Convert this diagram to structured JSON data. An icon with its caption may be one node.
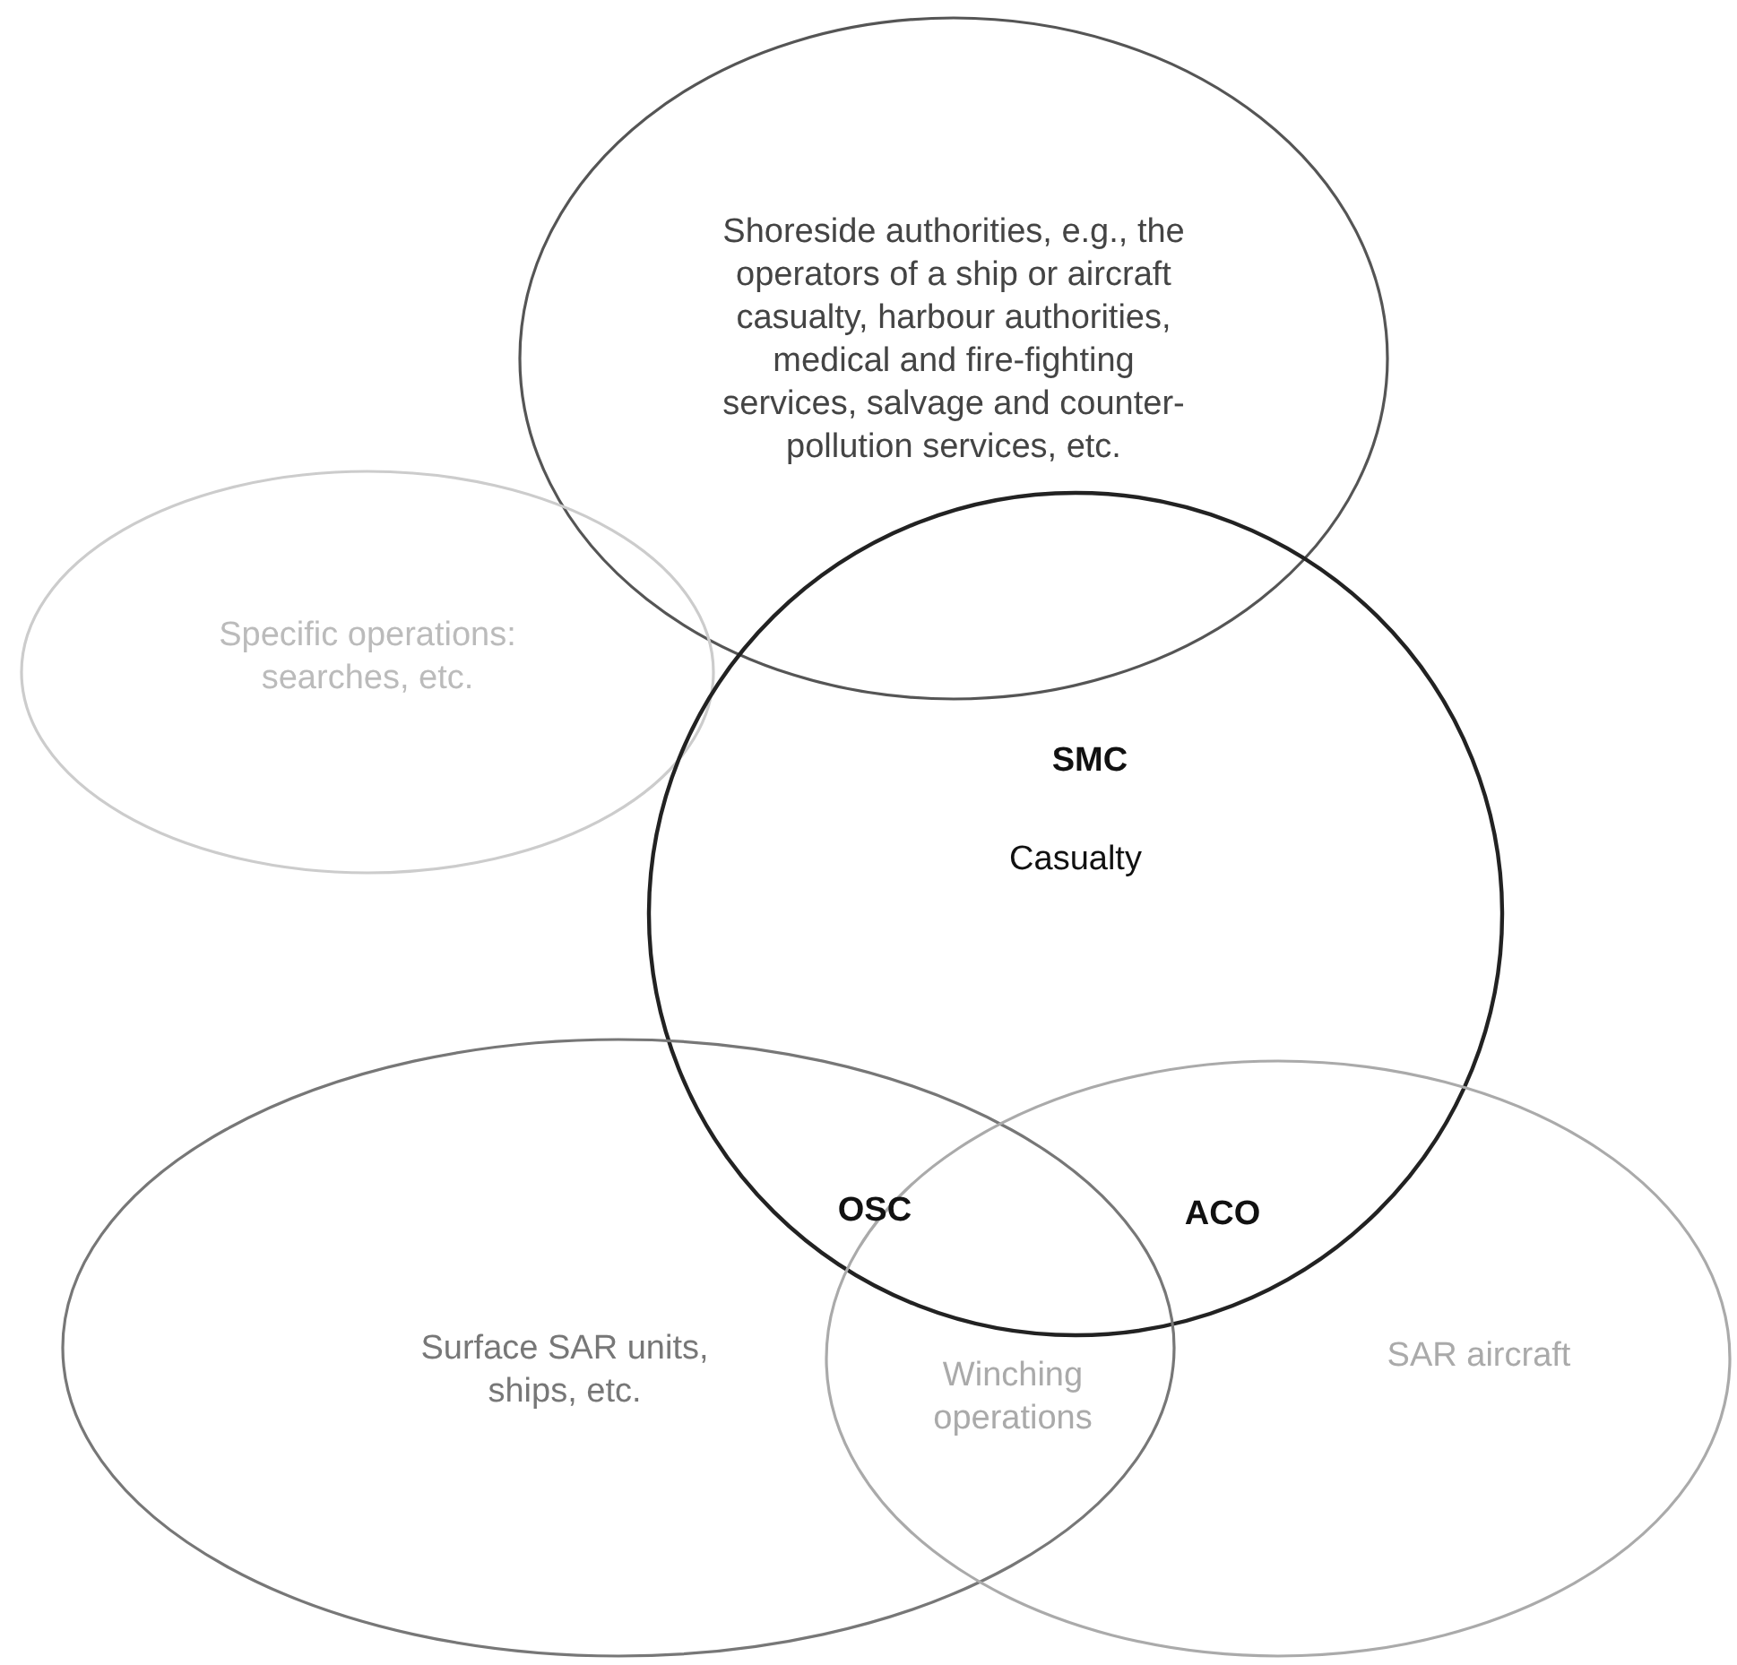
{
  "diagram": {
    "nodes": [
      {
        "text": [
          "Shoreside authorities, e.g., the operators of a ship or aircraft casualty, harbour authorities, medical and fire-fighting services, salvage and counter-pollution services, etc."
        ]
      },
      {
        "text": [
          "Specific operations: searches, etc."
        ]
      },
      {
        "text": [
          "Casualty"
        ]
      },
      {
        "text": [
          "Surface SAR units, ships, etc."
        ]
      },
      {
        "text": [
          "SAR aircraft"
        ]
      }
    ],
    "labels": [
      "SMC",
      "OSC",
      "ACO",
      "Winching operations"
    ]
  }
}
